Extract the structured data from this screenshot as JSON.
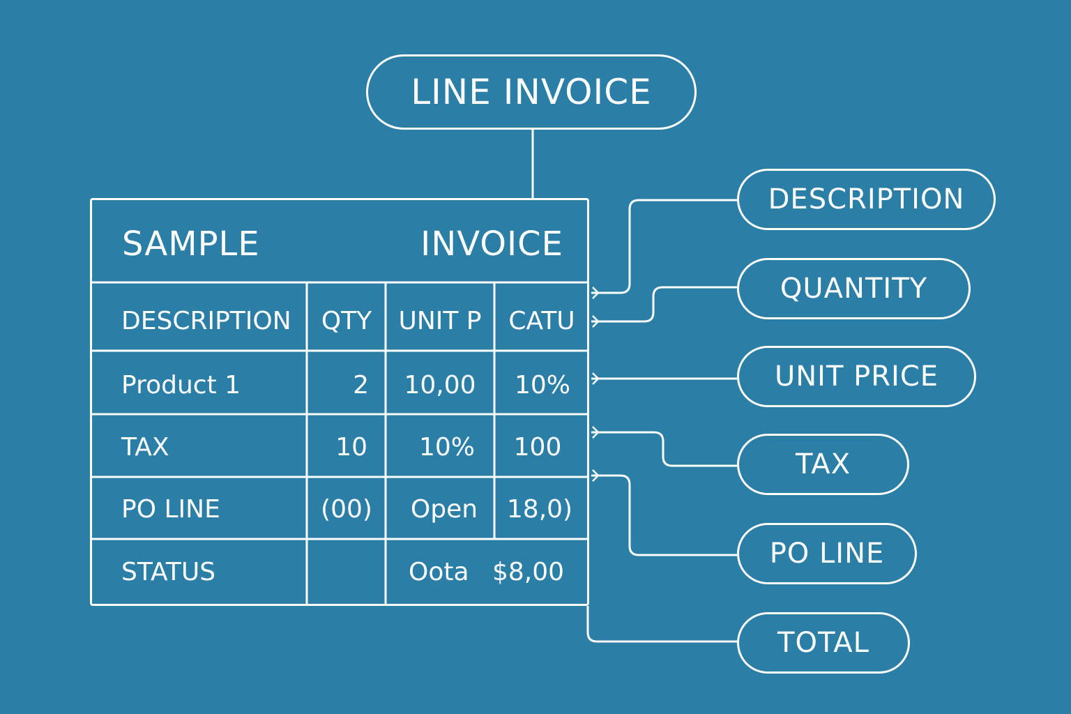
{
  "diagram": {
    "root_label": "LINE INVOICE",
    "invoice": {
      "header_left": "SAMPLE",
      "header_right": "INVOICE",
      "columns": [
        "DESCRIPTION",
        "QTY",
        "UNIT P",
        "CATU"
      ],
      "rows": [
        [
          "Product 1",
          "2",
          "10,00",
          "10%"
        ],
        [
          "TAX",
          "10",
          "10%",
          "100"
        ],
        [
          "PO LINE",
          "(00)",
          "Open",
          "18,0)"
        ]
      ],
      "status_row": {
        "label": "STATUS",
        "qty": "",
        "value_a": "Oota",
        "value_b": "$8,00"
      }
    },
    "fields": [
      "DESCRIPTION",
      "QUANTITY",
      "UNIT PRICE",
      "TAX",
      "PO LINE",
      "TOTAL"
    ]
  },
  "colors": {
    "background": "#2b7ea6",
    "line": "#ffffff",
    "text": "#ffffff"
  }
}
